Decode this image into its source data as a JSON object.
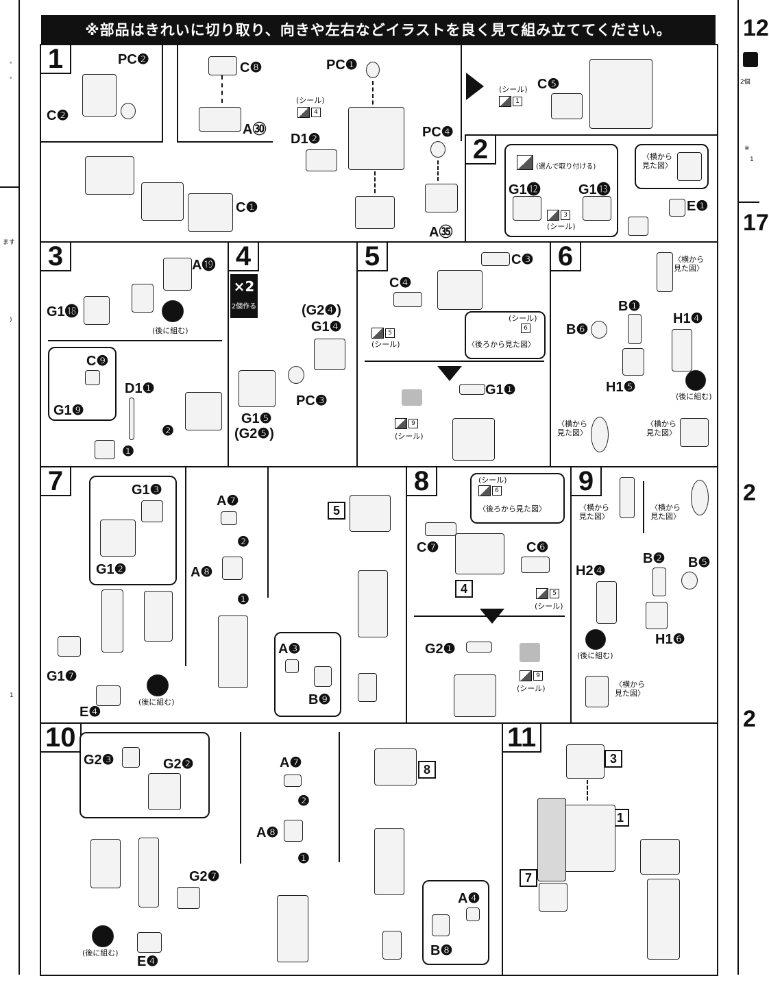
{
  "banner": "※部品はきれいに切り取り、向きや左右などイラストを良く見て組み立ててください。",
  "common": {
    "sticker": "(シール)",
    "side_view": "〈横から見た図〉",
    "back_view": "〈後ろから見た図〉",
    "assemble_later": "(後に組む)",
    "choose_attach": "(選んで取り付ける)",
    "make_two": "2個作る",
    "times_two": "×2"
  },
  "steps": [
    {
      "num": "1",
      "labels": [
        "PC❷",
        "C❷",
        "C❽",
        "A㉚",
        "C❶",
        "PC❶",
        "D1❷",
        "PC❹",
        "A㉟",
        "C❺"
      ],
      "stickers": [
        "4",
        "1"
      ]
    },
    {
      "num": "2",
      "labels": [
        "G1⓬",
        "G1⓭",
        "E❶"
      ],
      "stickers": [
        "3"
      ]
    },
    {
      "num": "3",
      "labels": [
        "A⓳",
        "G1⓲",
        "C❾",
        "G1❾",
        "D1❶",
        "❷",
        "❶"
      ]
    },
    {
      "num": "4",
      "labels": [
        "(G2❹)",
        "G1❹",
        "PC❸",
        "G1❺",
        "(G2❺)"
      ]
    },
    {
      "num": "5",
      "labels": [
        "C❸",
        "C❹",
        "G1❶"
      ],
      "stickers": [
        "5",
        "6",
        "9"
      ]
    },
    {
      "num": "6",
      "labels": [
        "B❶",
        "H1❹",
        "B❻",
        "H1❺"
      ]
    },
    {
      "num": "7",
      "labels": [
        "G1❸",
        "G1❷",
        "G1❼",
        "E❹",
        "A❼",
        "A❽",
        "A❸",
        "B❾",
        "5",
        "❷",
        "❶"
      ]
    },
    {
      "num": "8",
      "labels": [
        "C❼",
        "C❻",
        "4",
        "G2❶"
      ],
      "stickers": [
        "6",
        "5",
        "9"
      ]
    },
    {
      "num": "9",
      "labels": [
        "H2❹",
        "B❷",
        "B❺",
        "H1❻"
      ]
    },
    {
      "num": "10",
      "labels": [
        "G2❸",
        "G2❷",
        "G2❼",
        "E❹",
        "A❼",
        "A❽",
        "8",
        "A❹",
        "B❽",
        "❷",
        "❶"
      ]
    },
    {
      "num": "11",
      "labels": [
        "3",
        "1",
        "7"
      ]
    }
  ],
  "side": {
    "right_nums": [
      "12",
      "17",
      "2",
      "2"
    ],
    "right_texts": [
      "2個",
      "※",
      "1"
    ],
    "left_texts": [
      "。",
      "。",
      "ます",
      ")",
      "1"
    ]
  }
}
